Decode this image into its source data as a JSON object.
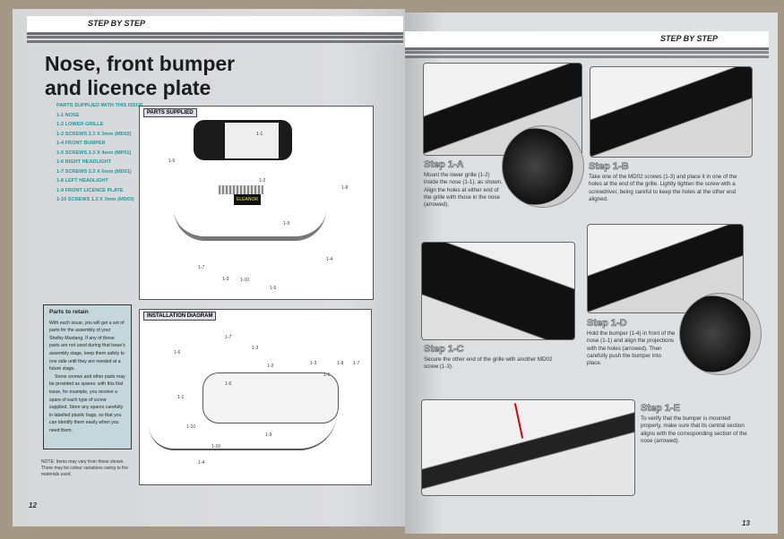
{
  "left_page": {
    "banner": "STEP BY STEP",
    "title_line1": "Nose, front bumper",
    "title_line2": "and licence plate",
    "parts_heading": "PARTS SUPPLIED WITH THIS ISSUE",
    "parts": [
      "1-1 NOSE",
      "1-2 LOWER GRILLE",
      "1-3 SCREWS 2.3 X 3mm (MD02)",
      "1-4 FRONT BUMPER",
      "1-5 SCREWS 2.3 X 4mm (MP01)",
      "1-6 RIGHT HEADLIGHT",
      "1-7 SCREWS 2.3 X 6mm (MD01)",
      "1-8 LEFT HEADLIGHT",
      "1-9 FRONT LICENCE PLATE",
      "1-10 SCREWS 1.2 X 3mm (MD03)"
    ],
    "parts_supplied_tag": "PARTS SUPPLIED",
    "parts_supplied_labels": [
      "1-1",
      "1-6",
      "1-2",
      "1-8",
      "1-9",
      "1-4",
      "1-7",
      "1-3",
      "1-10",
      "1-5"
    ],
    "installation_tag": "INSTALLATION DIAGRAM",
    "installation_labels": [
      "1-7",
      "1-3",
      "1-6",
      "1-2",
      "1-3",
      "1-5",
      "1-8",
      "1-7",
      "1-5",
      "1-1",
      "1-10",
      "1-9",
      "1-10",
      "1-4"
    ],
    "retain_title": "Parts to retain",
    "retain_p1": "With each issue, you will get a set of parts for the assembly of your Shelby Mustang. If any of these parts are not used during that issue's assembly stage, keep them safely to one side until they are needed at a future stage.",
    "retain_p2": "Some screws and other parts may be provided as spares: with this first issue, for example, you receive a spare of each type of screw supplied. Store any spares carefully in labelled plastic bags, so that you can identify them easily when you need them.",
    "note": "NOTE: Items may vary from those shown. There may be colour variations owing to the materials used.",
    "plate_text": "ELEANOR",
    "page_number": "12"
  },
  "right_page": {
    "banner": "STEP BY STEP",
    "steps": [
      {
        "title": "Step 1-A",
        "text": "Mount the lower grille (1-2) inside the nose (1-1), as shown. Align the holes at either end of the grille with those in the nose (arrowed)."
      },
      {
        "title": "Step 1-B",
        "text": "Take one of the MD02 screws (1-3) and place it in one of the holes at the end of the grille. Lightly tighten the screw with a screwdriver, being careful to keep the holes at the other end aligned."
      },
      {
        "title": "Step 1-C",
        "text": "Secure the other end of the grille with another MD02 screw (1-3)."
      },
      {
        "title": "Step 1-D",
        "text": "Hold the bumper (1-4) in front of the nose (1-1) and align the projections with the holes (arrowed). Then carefully push the bumper into place."
      },
      {
        "title": "Step 1-E",
        "text": "To verify that the bumper is mounted properly, make sure that its central section aligns with the corresponding section of the nose (arrowed)."
      }
    ],
    "page_number": "13"
  }
}
